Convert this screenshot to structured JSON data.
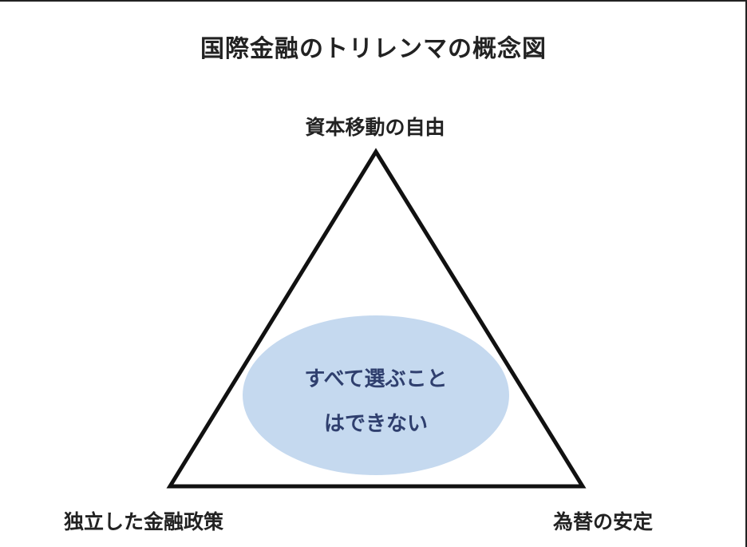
{
  "title": "国際金融のトリレンマの概念図",
  "vertices": {
    "top": "資本移動の自由",
    "bottom_left": "独立した金融政策",
    "bottom_right": "為替の安定"
  },
  "center": {
    "line1": "すべて選ぶこと",
    "line2": "はできない"
  },
  "colors": {
    "ellipse_fill": "#c5d9ef",
    "triangle_stroke": "#111111",
    "center_text": "#2f3f6e"
  }
}
